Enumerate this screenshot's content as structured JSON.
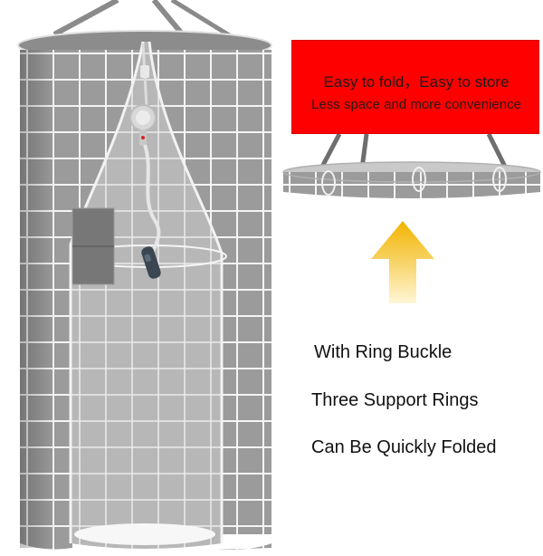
{
  "banner": {
    "line1": "Easy to fold，Easy to store",
    "line2": "Less space and more convenience"
  },
  "features": [
    "With Ring Buckle",
    "Three Support Rings",
    "Can Be Quickly Folded"
  ],
  "colors": {
    "banner": "#ff0000",
    "curtain": "#9a9a9a",
    "grid": "#ffffff",
    "arrow_top": "#f2b400",
    "arrow_bottom": "#fff4cf"
  }
}
